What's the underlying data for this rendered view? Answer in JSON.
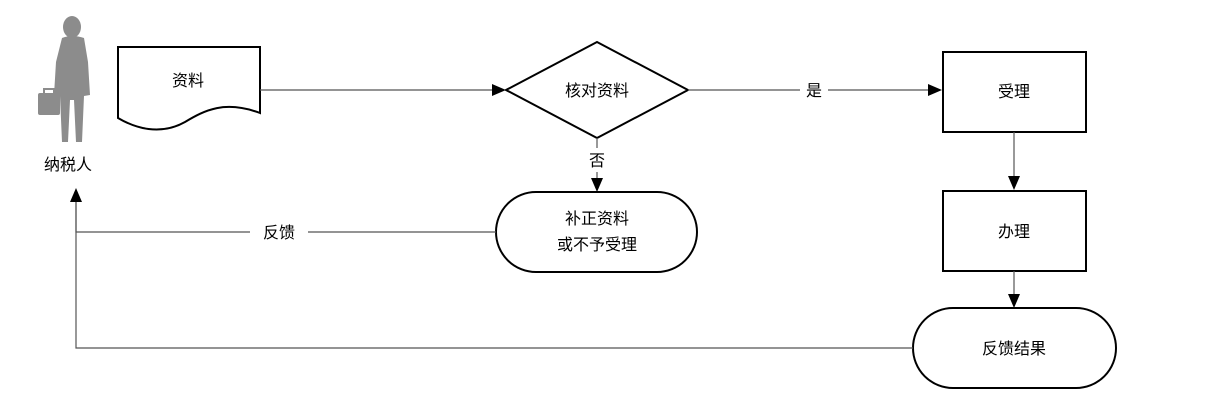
{
  "actor": {
    "label": "纳税人"
  },
  "nodes": {
    "document": {
      "label": "资料"
    },
    "check": {
      "label": "核对资料"
    },
    "accept": {
      "label": "受理"
    },
    "process": {
      "label": "办理"
    },
    "correct": {
      "line1": "补正资料",
      "line2": "或不予受理"
    },
    "result": {
      "label": "反馈结果"
    }
  },
  "edges": {
    "yes": "是",
    "no": "否",
    "feedback": "反馈"
  },
  "colors": {
    "actor_fill": "#8c8c8c",
    "line": "#555555",
    "stroke": "#000000"
  }
}
